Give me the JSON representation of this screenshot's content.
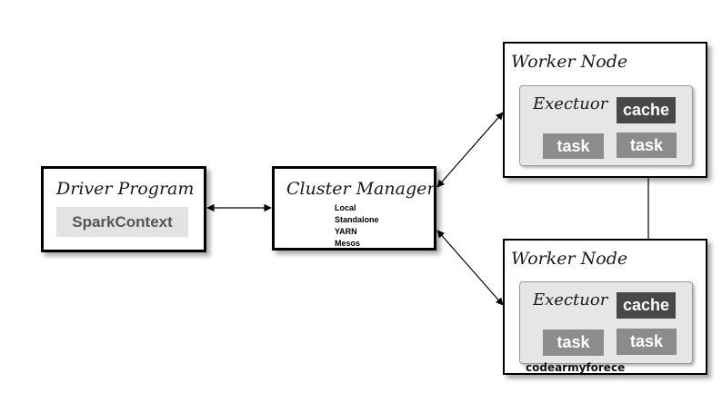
{
  "driver": {
    "title": "Driver Program",
    "context_label": "SparkContext"
  },
  "cluster_manager": {
    "title": "Cluster Manager",
    "modes": [
      "Local",
      "Standalone",
      "YARN",
      "Mesos"
    ]
  },
  "workers": [
    {
      "title": "Worker Node",
      "executor_label": "Exectuor",
      "cache_label": "cache",
      "task_labels": [
        "task",
        "task"
      ]
    },
    {
      "title": "Worker Node",
      "executor_label": "Exectuor",
      "cache_label": "cache",
      "task_labels": [
        "task",
        "task"
      ]
    }
  ],
  "watermark": "codearmyforece",
  "colors": {
    "cache": "#484848",
    "task": "#8c8c8c",
    "executor_bg": "#e6e6e6",
    "spark_bg": "#e3e3e3"
  }
}
